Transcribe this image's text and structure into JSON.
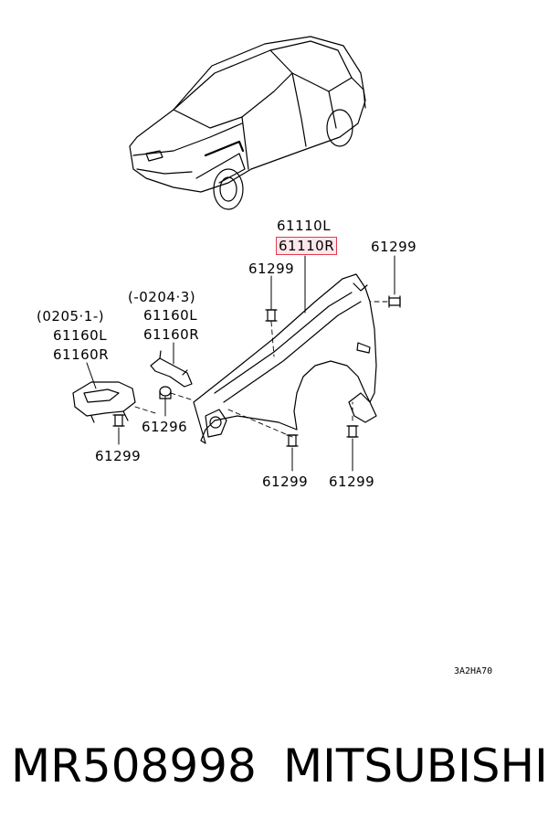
{
  "labels": {
    "fender_l": "61110L",
    "fender_r": "61110R",
    "screw_top_right": "61299",
    "screw_top_center": "61299",
    "bracket_b_range": "(-0204·3)",
    "bracket_b_l": "61160L",
    "bracket_b_r": "61160R",
    "bracket_a_range": "(0205·1-)",
    "bracket_a_l": "61160L",
    "bracket_a_r": "61160R",
    "clip": "61296",
    "screw_left": "61299",
    "screw_bottom_center": "61299",
    "screw_bottom_right": "61299"
  },
  "diagram_code": "3A2HA70",
  "footer": {
    "part_number": "MR508998",
    "brand": "MITSUBISHI"
  },
  "colors": {
    "highlight_border": "#e03b4e",
    "highlight_fill": "#fde7ea"
  }
}
